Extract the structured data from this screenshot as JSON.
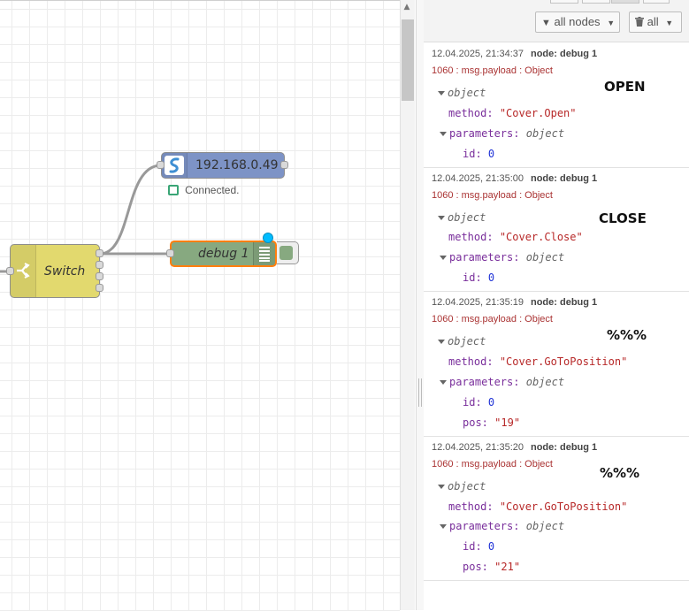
{
  "canvas": {
    "nodes": {
      "switch": {
        "label": "Switch",
        "color": "#e2d96e"
      },
      "websocket": {
        "label": "192.168.0.49",
        "status": "Connected.",
        "color": "#7d93c6"
      },
      "debug": {
        "label": "debug 1",
        "color": "#87a980"
      }
    }
  },
  "sidebar": {
    "toolbar": {
      "filter_label": "all nodes",
      "clear_label": "all"
    },
    "messages": [
      {
        "timestamp": "12.04.2025, 21:34:37",
        "node": "node: debug 1",
        "topic": "1060 : msg.payload : Object",
        "root": "object",
        "method_key": "method:",
        "method_value": "\"Cover.Open\"",
        "params_key": "parameters:",
        "params_type": "object",
        "id_key": "id:",
        "id_value": "0",
        "note": "OPEN"
      },
      {
        "timestamp": "12.04.2025, 21:35:00",
        "node": "node: debug 1",
        "topic": "1060 : msg.payload : Object",
        "root": "object",
        "method_key": "method:",
        "method_value": "\"Cover.Close\"",
        "params_key": "parameters:",
        "params_type": "object",
        "id_key": "id:",
        "id_value": "0",
        "note": "CLOSE"
      },
      {
        "timestamp": "12.04.2025, 21:35:19",
        "node": "node: debug 1",
        "topic": "1060 : msg.payload : Object",
        "root": "object",
        "method_key": "method:",
        "method_value": "\"Cover.GoToPosition\"",
        "params_key": "parameters:",
        "params_type": "object",
        "id_key": "id:",
        "id_value": "0",
        "pos_key": "pos:",
        "pos_value": "\"19\"",
        "note": "%%%"
      },
      {
        "timestamp": "12.04.2025, 21:35:20",
        "node": "node: debug 1",
        "topic": "1060 : msg.payload : Object",
        "root": "object",
        "method_key": "method:",
        "method_value": "\"Cover.GoToPosition\"",
        "params_key": "parameters:",
        "params_type": "object",
        "id_key": "id:",
        "id_value": "0",
        "pos_key": "pos:",
        "pos_value": "\"21\"",
        "note": "%%%"
      }
    ]
  }
}
